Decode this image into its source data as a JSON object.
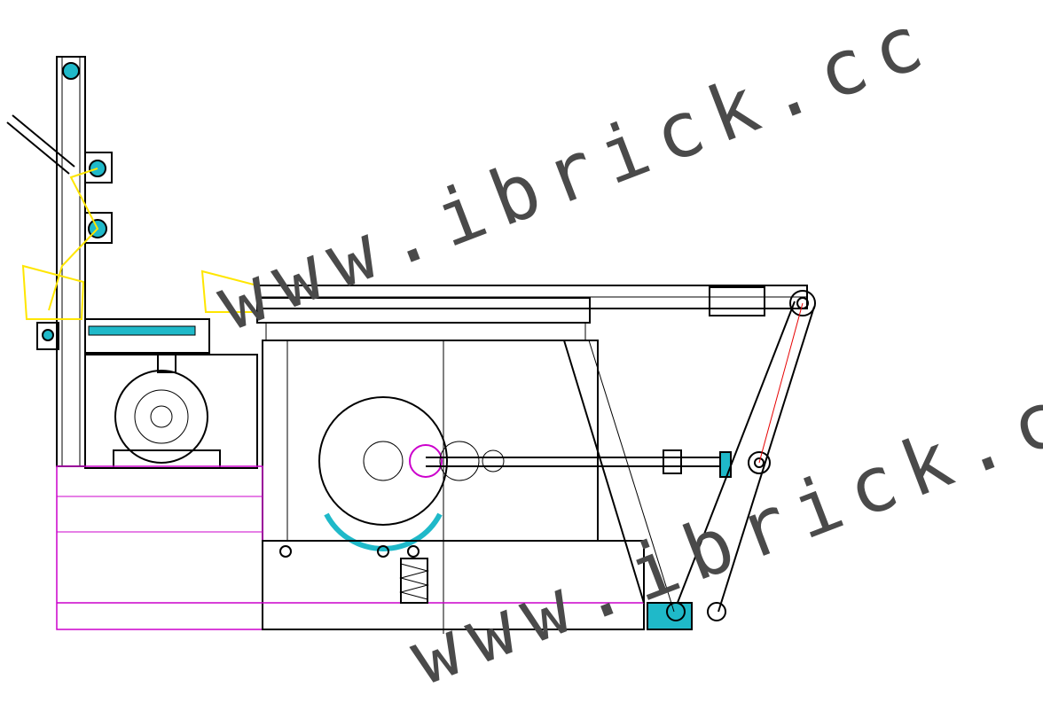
{
  "drawing": {
    "type": "mechanical-assembly-elevation",
    "colors": {
      "outline": "#000000",
      "centerline": "#e60000",
      "hidden": "#cc00cc",
      "accent_cyan": "#1fb9c9",
      "accent_yellow": "#ffe600"
    }
  },
  "watermark": {
    "text_top": "www.ibrick.cc",
    "text_bottom": "www.ibrick.cc"
  }
}
